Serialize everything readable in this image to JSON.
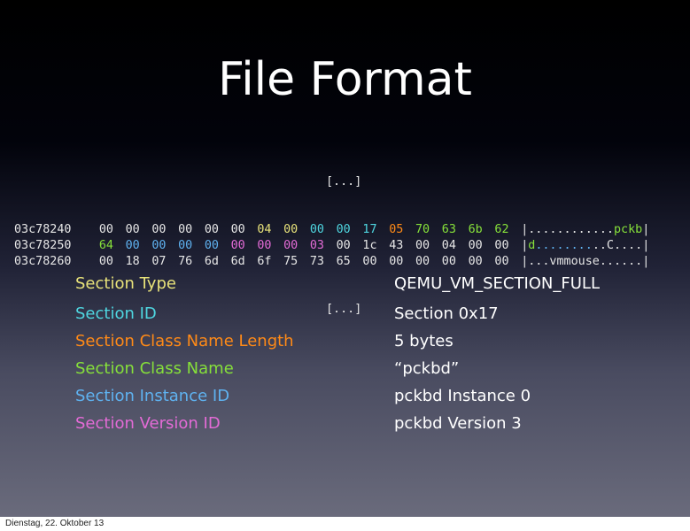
{
  "slide": {
    "title": "File Format"
  },
  "hexdump": {
    "ellipsis_top": "[...]",
    "ellipsis_bottom": "[...]",
    "rows": [
      {
        "address": "03c78240",
        "bytes": [
          {
            "t": "00",
            "c": "white"
          },
          {
            "t": "00",
            "c": "white"
          },
          {
            "t": "00",
            "c": "white"
          },
          {
            "t": "00",
            "c": "white"
          },
          {
            "t": "00",
            "c": "white"
          },
          {
            "t": "00",
            "c": "white"
          },
          {
            "t": "04",
            "c": "yellow"
          },
          {
            "t": "00",
            "c": "yellow"
          },
          {
            "t": "00",
            "c": "cyan"
          },
          {
            "t": "00",
            "c": "cyan"
          },
          {
            "t": "17",
            "c": "cyan"
          },
          {
            "t": "05",
            "c": "orange"
          },
          {
            "t": "70",
            "c": "green"
          },
          {
            "t": "63",
            "c": "green"
          },
          {
            "t": "6b",
            "c": "green"
          },
          {
            "t": "62",
            "c": "green"
          }
        ],
        "ascii": [
          {
            "t": "|............",
            "c": "white"
          },
          {
            "t": "pckb",
            "c": "green"
          },
          {
            "t": "|",
            "c": "white"
          }
        ]
      },
      {
        "address": "03c78250",
        "bytes": [
          {
            "t": "64",
            "c": "green"
          },
          {
            "t": "00",
            "c": "blue"
          },
          {
            "t": "00",
            "c": "blue"
          },
          {
            "t": "00",
            "c": "blue"
          },
          {
            "t": "00",
            "c": "blue"
          },
          {
            "t": "00",
            "c": "pink"
          },
          {
            "t": "00",
            "c": "pink"
          },
          {
            "t": "00",
            "c": "pink"
          },
          {
            "t": "03",
            "c": "pink"
          },
          {
            "t": "00",
            "c": "white"
          },
          {
            "t": "1c",
            "c": "white"
          },
          {
            "t": "43",
            "c": "white"
          },
          {
            "t": "00",
            "c": "white"
          },
          {
            "t": "04",
            "c": "white"
          },
          {
            "t": "00",
            "c": "white"
          },
          {
            "t": "00",
            "c": "white"
          }
        ],
        "ascii": [
          {
            "t": "|",
            "c": "white"
          },
          {
            "t": "d",
            "c": "green"
          },
          {
            "t": "........",
            "c": "blue"
          },
          {
            "t": "..C....|",
            "c": "white"
          }
        ]
      },
      {
        "address": "03c78260",
        "bytes": [
          {
            "t": "00",
            "c": "white"
          },
          {
            "t": "18",
            "c": "white"
          },
          {
            "t": "07",
            "c": "white"
          },
          {
            "t": "76",
            "c": "white"
          },
          {
            "t": "6d",
            "c": "white"
          },
          {
            "t": "6d",
            "c": "white"
          },
          {
            "t": "6f",
            "c": "white"
          },
          {
            "t": "75",
            "c": "white"
          },
          {
            "t": "73",
            "c": "white"
          },
          {
            "t": "65",
            "c": "white"
          },
          {
            "t": "00",
            "c": "white"
          },
          {
            "t": "00",
            "c": "white"
          },
          {
            "t": "00",
            "c": "white"
          },
          {
            "t": "00",
            "c": "white"
          },
          {
            "t": "00",
            "c": "white"
          },
          {
            "t": "00",
            "c": "white"
          }
        ],
        "ascii": [
          {
            "t": "|...vmmouse......|",
            "c": "white"
          }
        ]
      }
    ]
  },
  "fields": [
    {
      "label": "Section Type",
      "value": "QEMU_VM_SECTION_FULL",
      "color": "#e8e27a"
    },
    {
      "label": "Section ID",
      "value": "Section 0x17",
      "color": "#4fd6e0"
    },
    {
      "label": "Section Class Name Length",
      "value": "5 bytes",
      "color": "#ff8a17"
    },
    {
      "label": "Section Class Name",
      "value": "“pckbd”",
      "color": "#86e03a"
    },
    {
      "label": "Section Instance ID",
      "value": "pckbd Instance 0",
      "color": "#5fb2f0"
    },
    {
      "label": "Section Version ID",
      "value": "pckbd Version 3",
      "color": "#e36bd6"
    }
  ],
  "footer": {
    "date": "Dienstag, 22. Oktober 13"
  }
}
